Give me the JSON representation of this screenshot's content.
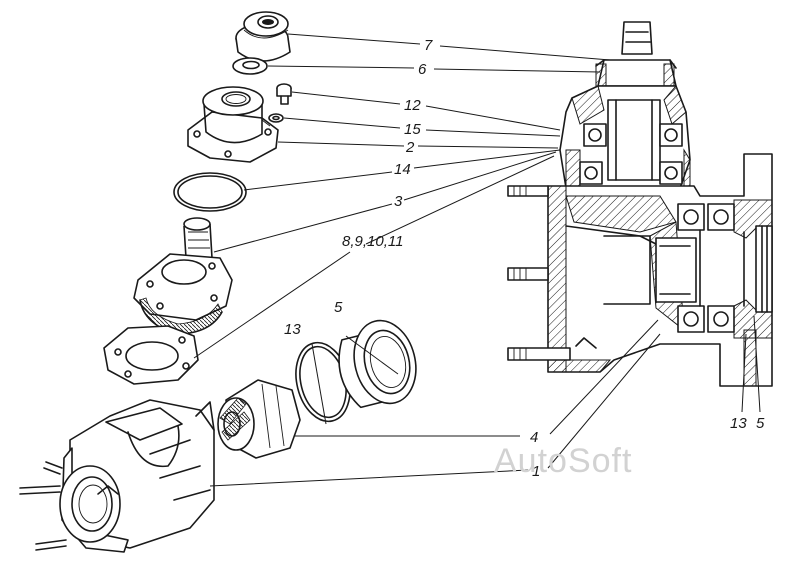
{
  "callouts": {
    "c7": "7",
    "c6": "6",
    "c12": "12",
    "c15": "15",
    "c2": "2",
    "c14": "14",
    "c3": "3",
    "c8_11": "8,9,10,11",
    "c5": "5",
    "c13": "13",
    "c4": "4",
    "c1": "1",
    "c13b": "13",
    "c5b": "5"
  },
  "watermark": "AutoSoft",
  "colors": {
    "ink": "#1a1a1a",
    "watermark": "#d2d2d2",
    "background": "#ffffff"
  }
}
